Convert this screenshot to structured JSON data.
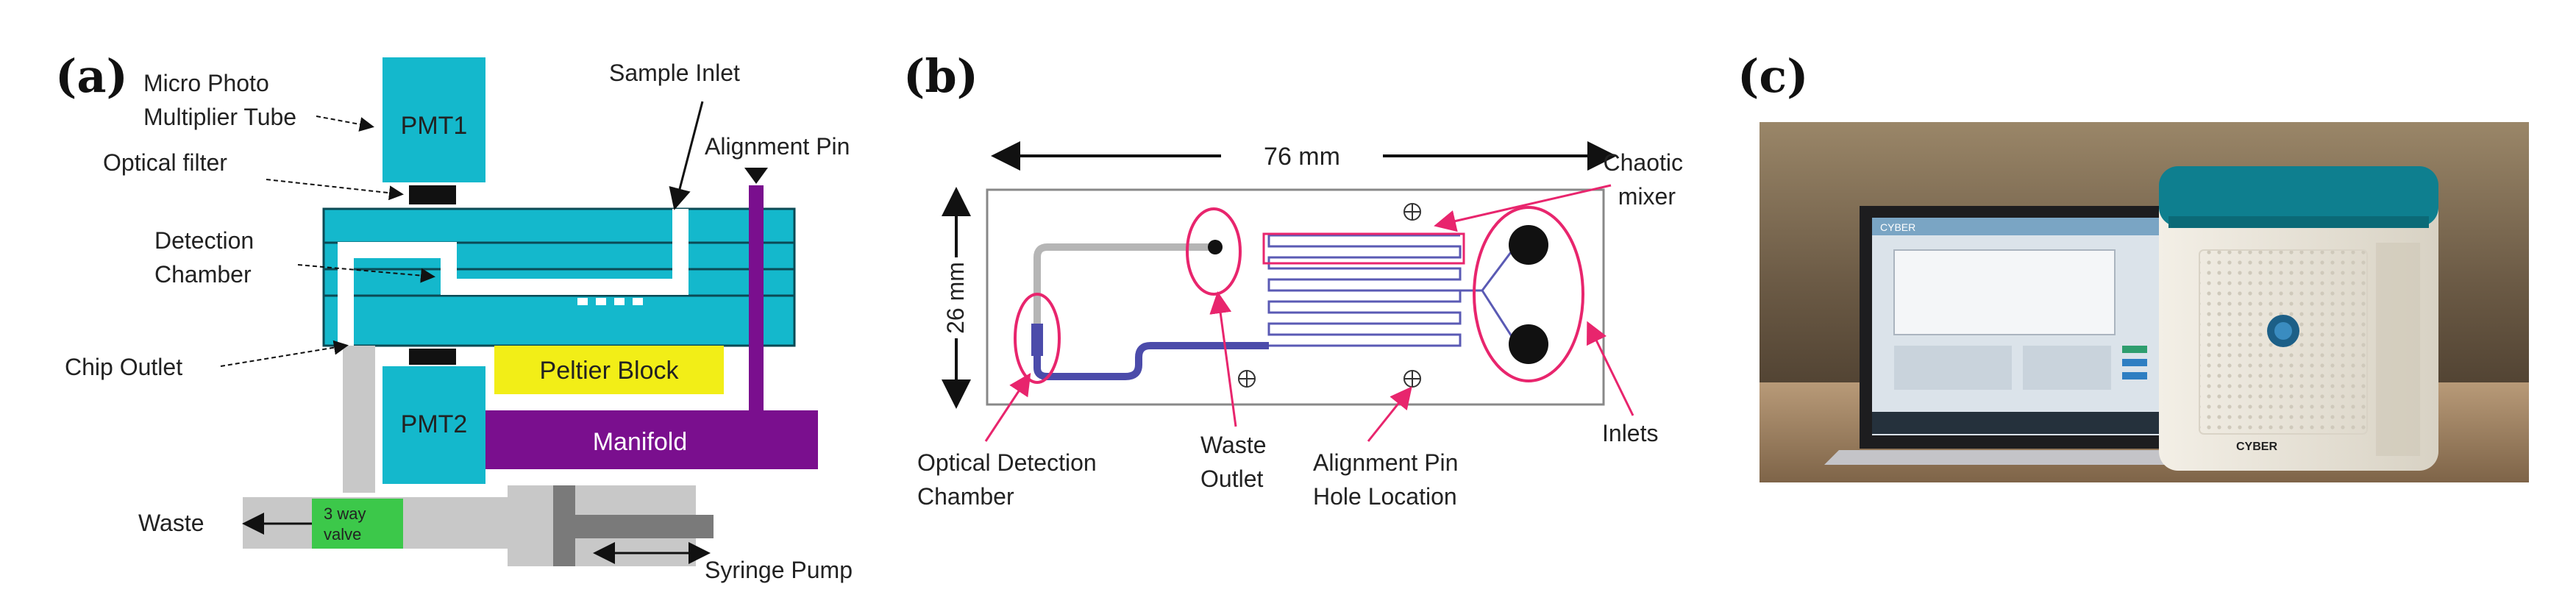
{
  "colors": {
    "cyan": "#14b8cc",
    "cyan_dark": "#0c8ea0",
    "purple": "#7a0f8e",
    "yellow": "#f2ee17",
    "green": "#3cc84a",
    "gray": "#c8c8c8",
    "gray_dark": "#7a7a7a",
    "pink": "#e8256d",
    "channel_blue": "#4b4baa"
  },
  "panel_a": {
    "tag": "(a)",
    "micro_pmt_line1": "Micro Photo",
    "micro_pmt_line2": "Multiplier Tube",
    "pmt1": "PMT1",
    "optical_filter": "Optical filter",
    "sample_inlet": "Sample Inlet",
    "alignment_pin": "Alignment Pin",
    "detection_line1": "Detection",
    "detection_line2": "Chamber",
    "chip_outlet": "Chip Outlet",
    "peltier": "Peltier Block",
    "pmt2": "PMT2",
    "manifold": "Manifold",
    "valve_line1": "3 way",
    "valve_line2": "valve",
    "waste": "Waste",
    "syringe": "Syringe Pump"
  },
  "panel_b": {
    "tag": "(b)",
    "width_label": "76 mm",
    "height_label": "26 mm",
    "chaotic_line1": "Chaotic",
    "chaotic_line2": "mixer",
    "optical_line1": "Optical Detection",
    "optical_line2": "Chamber",
    "waste_line1": "Waste",
    "waste_line2": "Outlet",
    "alignment_line1": "Alignment Pin",
    "alignment_line2": "Hole Location",
    "inlets": "Inlets"
  },
  "panel_c": {
    "tag": "(c)",
    "laptop_header": "CYBER",
    "device_brand": "CYBER"
  }
}
